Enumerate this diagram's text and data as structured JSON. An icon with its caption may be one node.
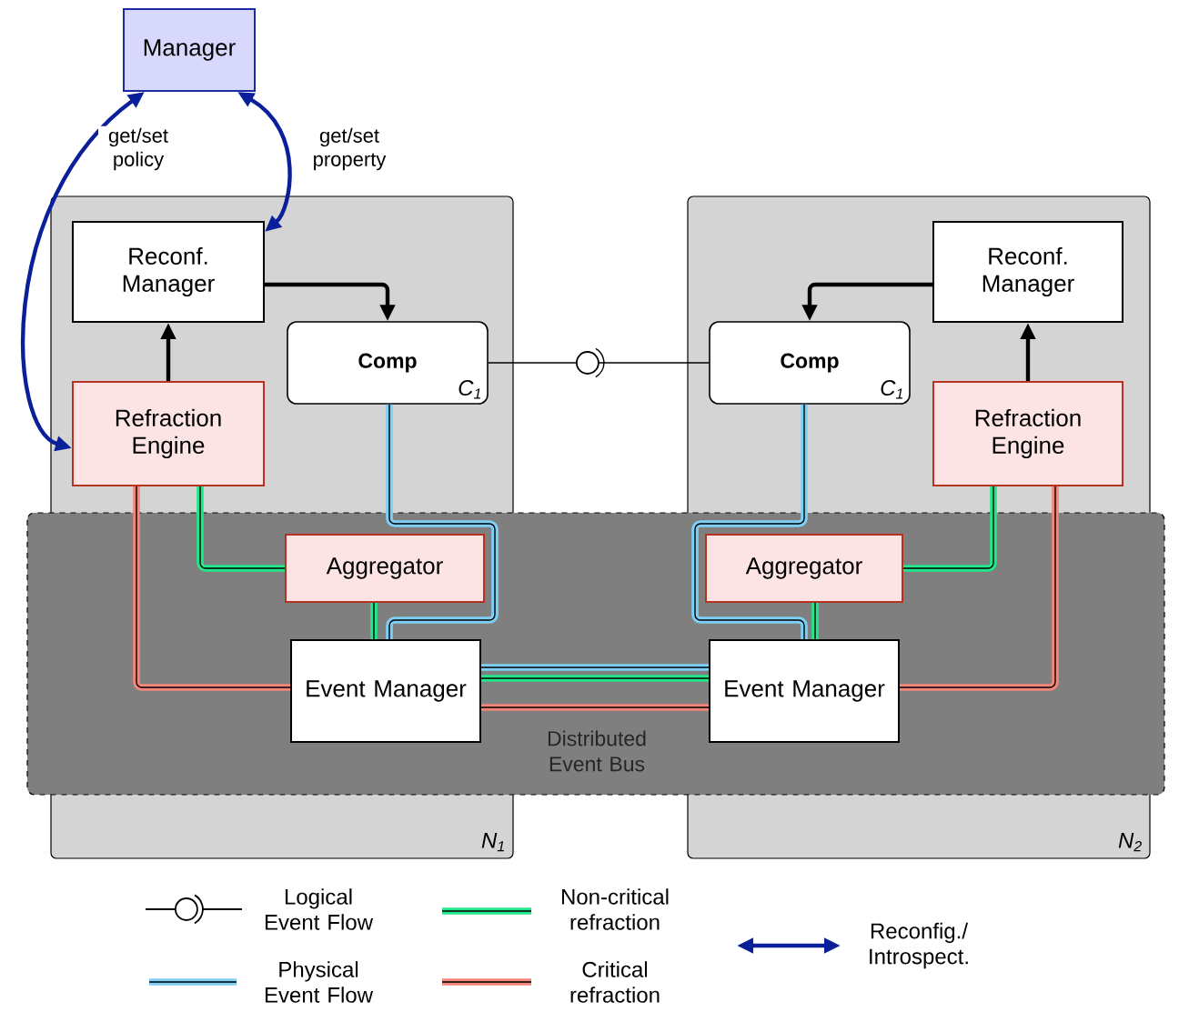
{
  "diagram": {
    "nodes": [
      {
        "text": [
          "Manager"
        ]
      },
      {
        "text": [
          "N$_{1}$"
        ]
      },
      {
        "text": [
          "N$_{2}$"
        ]
      },
      {
        "text": [
          "Reconf. Manager"
        ],
        "in": 1
      },
      {
        "text": [
          "Comp",
          "C$_{1}$"
        ],
        "in": 1
      },
      {
        "text": [
          "Refraction Engine"
        ],
        "in": 1
      },
      {
        "text": [
          "Aggregator"
        ],
        "in": 1
      },
      {
        "text": [
          "Event Manager"
        ],
        "in": 1
      },
      {
        "text": [
          "Reconf. Manager"
        ],
        "in": 2
      },
      {
        "text": [
          "Comp",
          "C$_{1}$"
        ],
        "in": 2
      },
      {
        "text": [
          "Refraction Engine"
        ],
        "in": 2
      },
      {
        "text": [
          "Aggregator"
        ],
        "in": 2
      },
      {
        "text": [
          "Event Manager"
        ],
        "in": 2
      }
    ],
    "edges": [
      {
        "from": 0,
        "to": 5,
        "arrow": "both",
        "label": "get/set policy",
        "color": "#0a1f9a"
      },
      {
        "from": 0,
        "to": 3,
        "arrow": "both",
        "label": "get/set property",
        "color": "#0a1f9a"
      },
      {
        "from": 3,
        "to": 4,
        "arrow": "to"
      },
      {
        "from": 5,
        "to": 3,
        "arrow": "to"
      },
      {
        "from": 4,
        "to": 9,
        "arrow": "none"
      },
      {
        "from": 8,
        "to": 9,
        "arrow": "to"
      },
      {
        "from": 10,
        "to": 8,
        "arrow": "to"
      },
      {
        "from": 4,
        "to": 7,
        "arrow": "none",
        "color": "#7dcff5"
      },
      {
        "from": 9,
        "to": 12,
        "arrow": "none",
        "color": "#7dcff5"
      },
      {
        "from": 5,
        "to": 6,
        "arrow": "none",
        "color": "#22e68a"
      },
      {
        "from": 6,
        "to": 7,
        "arrow": "none",
        "color": "#22e68a"
      },
      {
        "from": 5,
        "to": 7,
        "arrow": "none",
        "color": "#f4857a"
      },
      {
        "from": 10,
        "to": 11,
        "arrow": "none",
        "color": "#22e68a"
      },
      {
        "from": 11,
        "to": 12,
        "arrow": "none",
        "color": "#22e68a"
      },
      {
        "from": 10,
        "to": 12,
        "arrow": "none",
        "color": "#f4857a"
      },
      {
        "from": 7,
        "to": 12,
        "arrow": "none",
        "color": "#7dcff5"
      },
      {
        "from": 7,
        "to": 12,
        "arrow": "none",
        "color": "#22e68a"
      },
      {
        "from": 7,
        "to": 12,
        "arrow": "none",
        "color": "#f4857a"
      }
    ],
    "labels": [
      "Distributed Event Bus"
    ],
    "legend": [
      {
        "text": "Logical Event Flow"
      },
      {
        "text": "Non-critical refraction"
      },
      {
        "text": "Reconfig./ Introspect."
      },
      {
        "text": "Physical Event Flow"
      },
      {
        "text": "Critical refraction"
      }
    ]
  }
}
